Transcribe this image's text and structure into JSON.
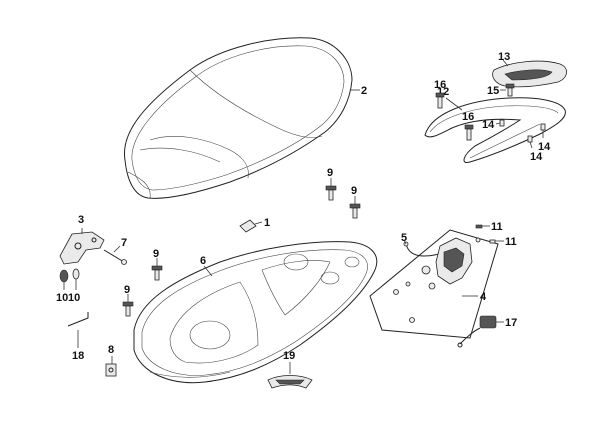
{
  "parts": [
    {
      "id": "seat",
      "label": "2"
    },
    {
      "id": "rear-carrier-bracket",
      "label": "12"
    },
    {
      "id": "rear-carrier-cover",
      "label": "13"
    },
    {
      "id": "screw-14a",
      "label": "14"
    },
    {
      "id": "screw-14b",
      "label": "14"
    },
    {
      "id": "screw-14c",
      "label": "14"
    },
    {
      "id": "bolt-15",
      "label": "15"
    },
    {
      "id": "bolt-16a",
      "label": "16"
    },
    {
      "id": "bolt-16b",
      "label": "16"
    },
    {
      "id": "bolt-9a",
      "label": "9"
    },
    {
      "id": "bolt-9b",
      "label": "9"
    },
    {
      "id": "bolt-9c",
      "label": "9"
    },
    {
      "id": "bolt-9d",
      "label": "9"
    },
    {
      "id": "clip-1",
      "label": "1"
    },
    {
      "id": "hinge-3",
      "label": "3"
    },
    {
      "id": "bolt-7",
      "label": "7"
    },
    {
      "id": "washer-10a",
      "label": "10"
    },
    {
      "id": "washer-10b",
      "label": "10"
    },
    {
      "id": "storage-box",
      "label": "6"
    },
    {
      "id": "cable-5",
      "label": "5"
    },
    {
      "id": "lock-bracket-4",
      "label": "4"
    },
    {
      "id": "screw-11a",
      "label": "11"
    },
    {
      "id": "screw-11b",
      "label": "11"
    },
    {
      "id": "wrench-18",
      "label": "18"
    },
    {
      "id": "nut-8",
      "label": "8"
    },
    {
      "id": "lamp-19",
      "label": "19"
    },
    {
      "id": "switch-17",
      "label": "17"
    }
  ]
}
